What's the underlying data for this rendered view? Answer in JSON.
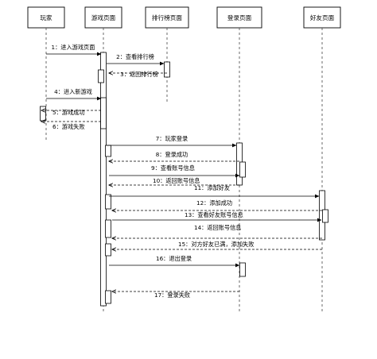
{
  "participants": [
    {
      "id": "player",
      "label": "玩家"
    },
    {
      "id": "game",
      "label": "游戏页面"
    },
    {
      "id": "rank",
      "label": "排行榜页面"
    },
    {
      "id": "login",
      "label": "登录页面"
    },
    {
      "id": "friend",
      "label": "好友页面"
    }
  ],
  "messages": [
    {
      "label": "1：进入游戏页面",
      "from": "player",
      "to": "game",
      "kind": "call"
    },
    {
      "label": "2：查看排行榜",
      "from": "game",
      "to": "rank",
      "kind": "call"
    },
    {
      "label": "3：返回排行榜",
      "from": "rank",
      "to": "game",
      "kind": "return"
    },
    {
      "label": "4：进入新游戏",
      "from": "player",
      "to": "game",
      "kind": "call"
    },
    {
      "label": "5：游戏成功",
      "from": "game",
      "to": "player",
      "kind": "return"
    },
    {
      "label": "6：游戏失败",
      "from": "game",
      "to": "player",
      "kind": "return"
    },
    {
      "label": "7：玩家登录",
      "from": "game",
      "to": "login",
      "kind": "call"
    },
    {
      "label": "8：登录成功",
      "from": "login",
      "to": "game",
      "kind": "return"
    },
    {
      "label": "9：查看账号信息",
      "from": "game",
      "to": "login",
      "kind": "call"
    },
    {
      "label": "10：返回账号信息",
      "from": "login",
      "to": "game",
      "kind": "return"
    },
    {
      "label": "11：添加好友",
      "from": "game",
      "to": "friend",
      "kind": "call"
    },
    {
      "label": "12：添加成功",
      "from": "friend",
      "to": "game",
      "kind": "return"
    },
    {
      "label": "13：查看好友账号信息",
      "from": "game",
      "to": "friend",
      "kind": "call"
    },
    {
      "label": "14：返回账号信息",
      "from": "friend",
      "to": "game",
      "kind": "return"
    },
    {
      "label": "15：对方好友已满，添加失败",
      "from": "friend",
      "to": "game",
      "kind": "return"
    },
    {
      "label": "16：退出登录",
      "from": "game",
      "to": "login",
      "kind": "call"
    },
    {
      "label": "17：登录失败",
      "from": "login",
      "to": "game",
      "kind": "return"
    }
  ]
}
